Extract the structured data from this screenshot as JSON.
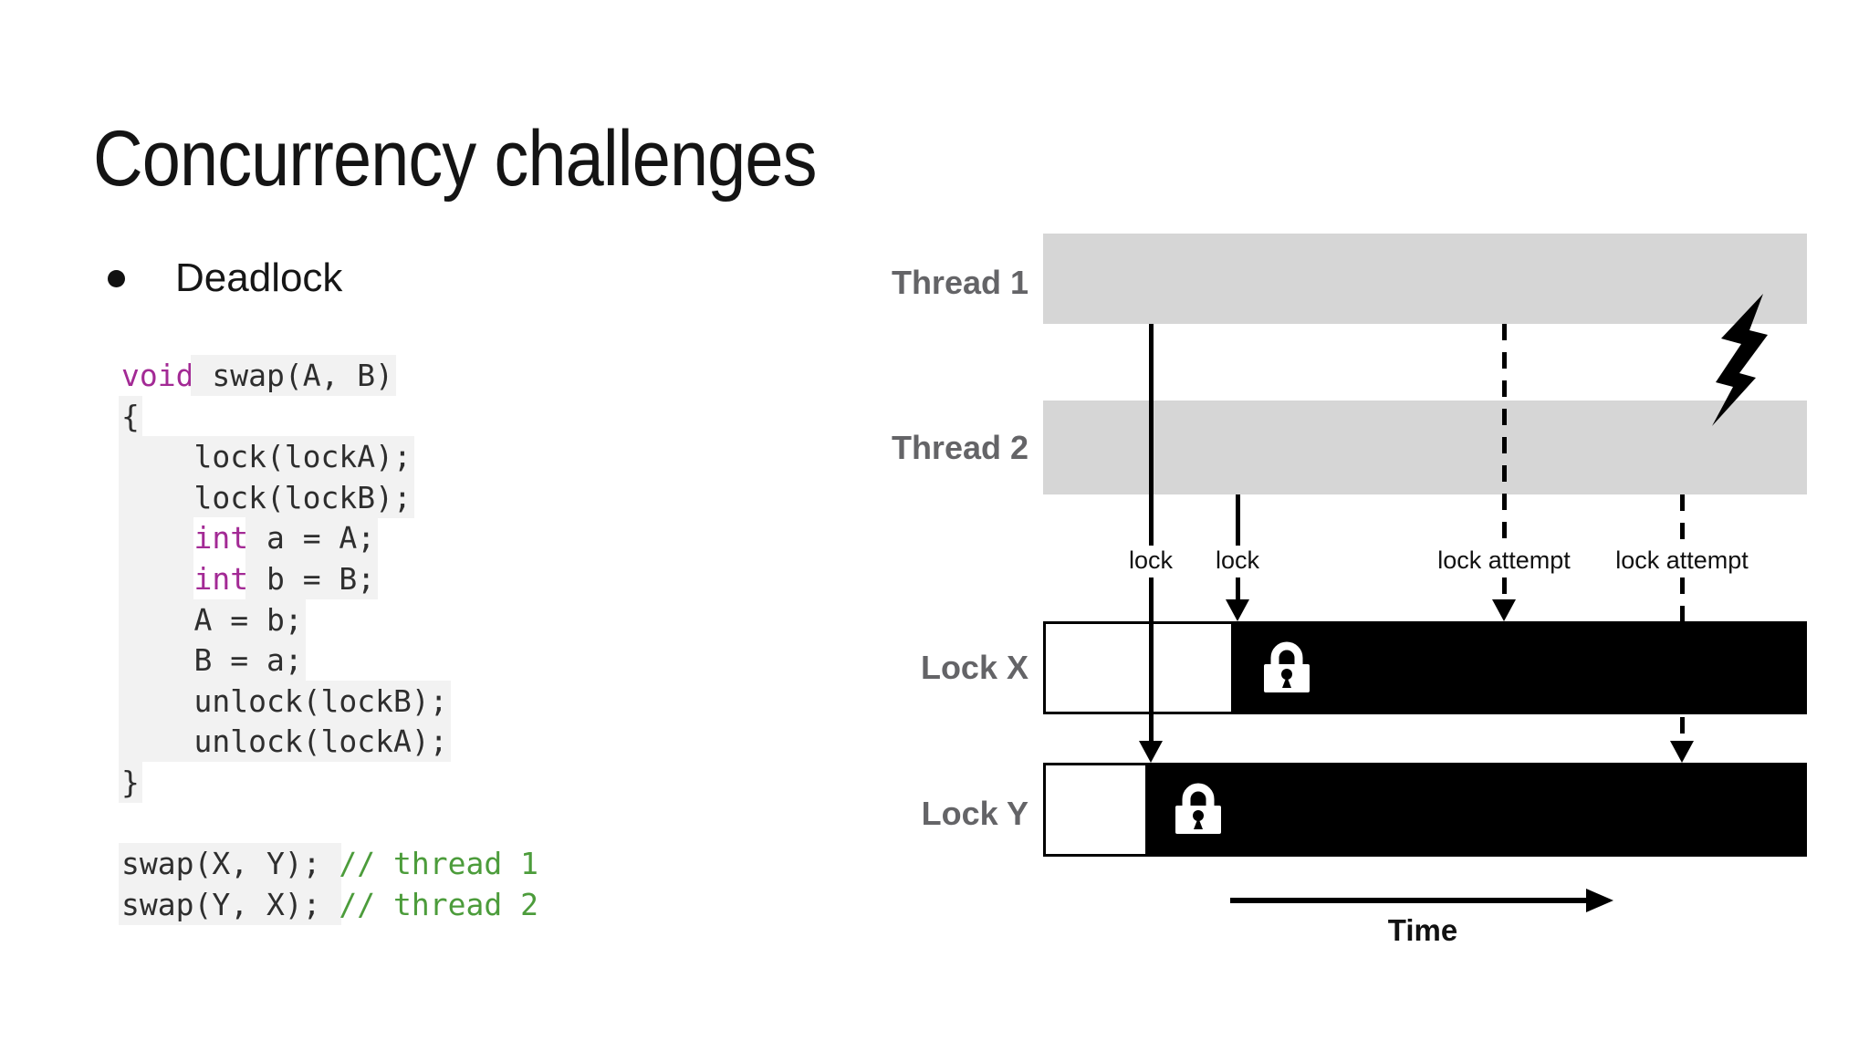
{
  "title": "Concurrency challenges",
  "bullet": {
    "label": "Deadlock"
  },
  "code": {
    "line1": {
      "kw": "void",
      "rest": " swap(A, B)"
    },
    "line2": "{",
    "line3": "    lock(lockA);",
    "line4": "    lock(lockB);",
    "line5": {
      "indent": "    ",
      "kw": "int",
      "rest": " a = A;"
    },
    "line6": {
      "indent": "    ",
      "kw": "int",
      "rest": " b = B;"
    },
    "line7": "    A = b;",
    "line8": "    B = a;",
    "line9": "    unlock(lockB);",
    "line10": "    unlock(lockA);",
    "line11": "}",
    "line12": {
      "call": "swap(X, Y); ",
      "comment": "// thread 1"
    },
    "line13": {
      "call": "swap(Y, X); ",
      "comment": "// thread 2"
    }
  },
  "diagram": {
    "thread1_label": "Thread 1",
    "thread2_label": "Thread 2",
    "lock_x_label": "Lock X",
    "lock_y_label": "Lock Y",
    "arrow1_label": "lock",
    "arrow2_label": "lock",
    "arrow3_label": "lock attempt",
    "arrow4_label": "lock attempt",
    "time_label": "Time"
  },
  "colors": {
    "keyword": "#a32a95",
    "comment_green": "#4c9c3b",
    "code_text": "#2e2e2e",
    "code_line_bg": "#f2f2f2",
    "thread_bar_gray": "#d6d6d6",
    "row_label_gray": "#646467",
    "lock_held_black": "#000000"
  }
}
